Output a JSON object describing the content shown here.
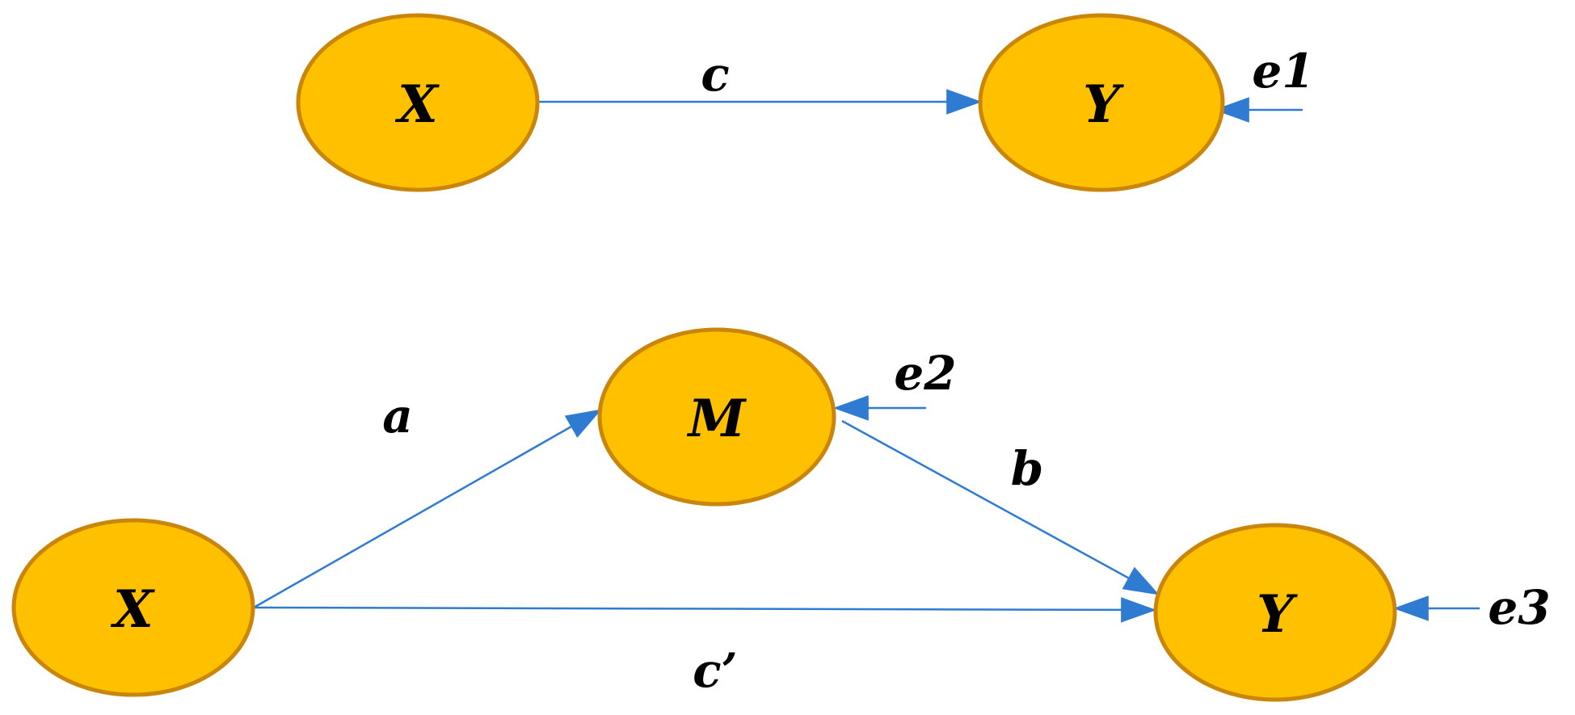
{
  "colors": {
    "node_fill": "#FFC000",
    "node_stroke": "#C9860A",
    "arrow": "#2F7BD1",
    "text": "#000000"
  },
  "top_model": {
    "nodes": {
      "x": "X",
      "y": "Y"
    },
    "paths": {
      "c": "c"
    },
    "errors": {
      "e1": "e1"
    }
  },
  "bottom_model": {
    "nodes": {
      "x": "X",
      "m": "M",
      "y": "Y"
    },
    "paths": {
      "a": "a",
      "b": "b",
      "c_prime": "c’"
    },
    "errors": {
      "e2": "e2",
      "e3": "e3"
    }
  }
}
